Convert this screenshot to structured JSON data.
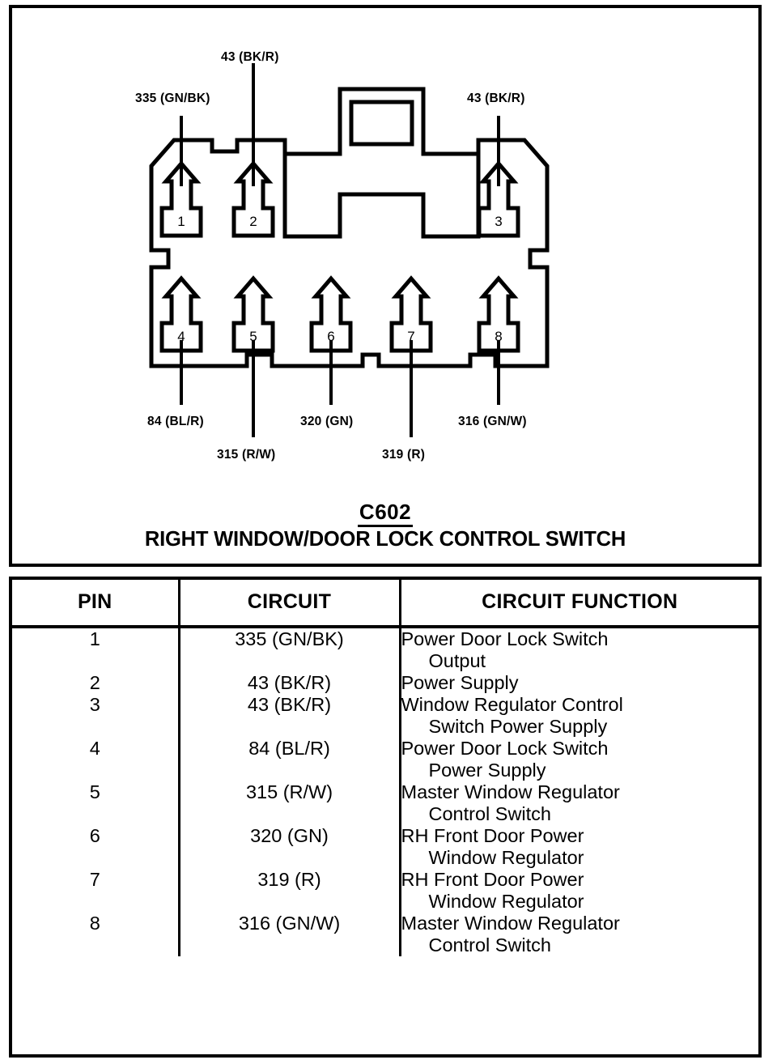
{
  "connector": {
    "id": "C602",
    "name": "RIGHT WINDOW/DOOR LOCK CONTROL SWITCH",
    "wire_labels": {
      "pin1": "335 (GN/BK)",
      "pin2": "43 (BK/R)",
      "pin3": "43 (BK/R)",
      "pin4": "84 (BL/R)",
      "pin5": "315 (R/W)",
      "pin6": "320 (GN)",
      "pin7": "319 (R)",
      "pin8": "316 (GN/W)"
    },
    "terminal_numbers": [
      "1",
      "2",
      "3",
      "4",
      "5",
      "6",
      "7",
      "8"
    ]
  },
  "table": {
    "headers": [
      "PIN",
      "CIRCUIT",
      "CIRCUIT FUNCTION"
    ],
    "rows": [
      {
        "pin": "1",
        "circuit": "335 (GN/BK)",
        "function_line1": "Power Door Lock Switch",
        "function_line2": "Output"
      },
      {
        "pin": "2",
        "circuit": "43 (BK/R)",
        "function_line1": "Power Supply",
        "function_line2": ""
      },
      {
        "pin": "3",
        "circuit": "43 (BK/R)",
        "function_line1": "Window Regulator Control",
        "function_line2": "Switch Power Supply"
      },
      {
        "pin": "4",
        "circuit": "84 (BL/R)",
        "function_line1": "Power Door Lock Switch",
        "function_line2": "Power Supply"
      },
      {
        "pin": "5",
        "circuit": "315 (R/W)",
        "function_line1": "Master Window Regulator",
        "function_line2": "Control Switch"
      },
      {
        "pin": "6",
        "circuit": "320 (GN)",
        "function_line1": "RH Front Door Power",
        "function_line2": "Window Regulator"
      },
      {
        "pin": "7",
        "circuit": "319 (R)",
        "function_line1": "RH Front Door Power",
        "function_line2": "Window Regulator"
      },
      {
        "pin": "8",
        "circuit": "316 (GN/W)",
        "function_line1": "Master Window Regulator",
        "function_line2": "Control Switch"
      }
    ]
  },
  "colors": {
    "ink": "#000000",
    "paper": "#ffffff"
  }
}
